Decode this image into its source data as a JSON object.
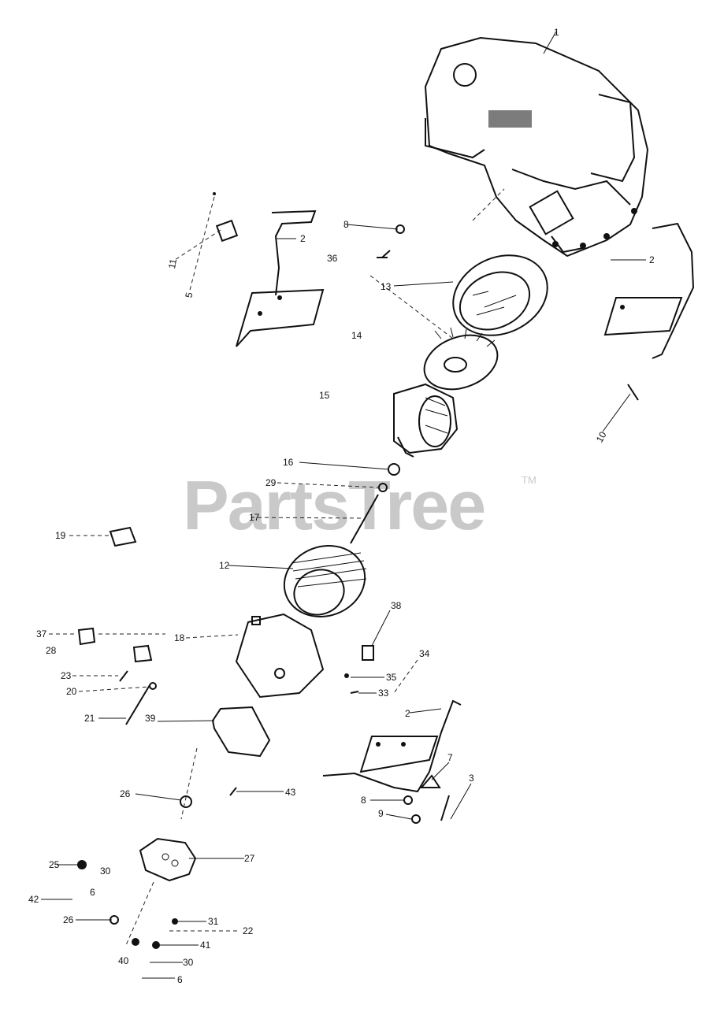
{
  "watermark": {
    "text": "PartsTree",
    "trademark": "TM"
  },
  "callouts": [
    {
      "id": "c1",
      "text": "1"
    },
    {
      "id": "c2a",
      "text": "2"
    },
    {
      "id": "c2b",
      "text": "2"
    },
    {
      "id": "c2c",
      "text": "2"
    },
    {
      "id": "c3",
      "text": "3"
    },
    {
      "id": "c5",
      "text": "5"
    },
    {
      "id": "c6a",
      "text": "6"
    },
    {
      "id": "c6b",
      "text": "6"
    },
    {
      "id": "c7",
      "text": "7"
    },
    {
      "id": "c8a",
      "text": "8"
    },
    {
      "id": "c8b",
      "text": "8"
    },
    {
      "id": "c9",
      "text": "9"
    },
    {
      "id": "c10",
      "text": "10"
    },
    {
      "id": "c11",
      "text": "11"
    },
    {
      "id": "c12",
      "text": "12"
    },
    {
      "id": "c13",
      "text": "13"
    },
    {
      "id": "c14",
      "text": "14"
    },
    {
      "id": "c15",
      "text": "15"
    },
    {
      "id": "c16",
      "text": "16"
    },
    {
      "id": "c17",
      "text": "17"
    },
    {
      "id": "c18",
      "text": "18"
    },
    {
      "id": "c19",
      "text": "19"
    },
    {
      "id": "c20",
      "text": "20"
    },
    {
      "id": "c21",
      "text": "21"
    },
    {
      "id": "c22",
      "text": "22"
    },
    {
      "id": "c23",
      "text": "23"
    },
    {
      "id": "c25",
      "text": "25"
    },
    {
      "id": "c26a",
      "text": "26"
    },
    {
      "id": "c26b",
      "text": "26"
    },
    {
      "id": "c27",
      "text": "27"
    },
    {
      "id": "c28",
      "text": "28"
    },
    {
      "id": "c29",
      "text": "29"
    },
    {
      "id": "c30a",
      "text": "30"
    },
    {
      "id": "c30b",
      "text": "30"
    },
    {
      "id": "c31",
      "text": "31"
    },
    {
      "id": "c33",
      "text": "33"
    },
    {
      "id": "c34",
      "text": "34"
    },
    {
      "id": "c35",
      "text": "35"
    },
    {
      "id": "c36",
      "text": "36"
    },
    {
      "id": "c37",
      "text": "37"
    },
    {
      "id": "c38",
      "text": "38"
    },
    {
      "id": "c39",
      "text": "39"
    },
    {
      "id": "c40",
      "text": "40"
    },
    {
      "id": "c41",
      "text": "41"
    },
    {
      "id": "c42",
      "text": "42"
    },
    {
      "id": "c43",
      "text": "43"
    }
  ]
}
